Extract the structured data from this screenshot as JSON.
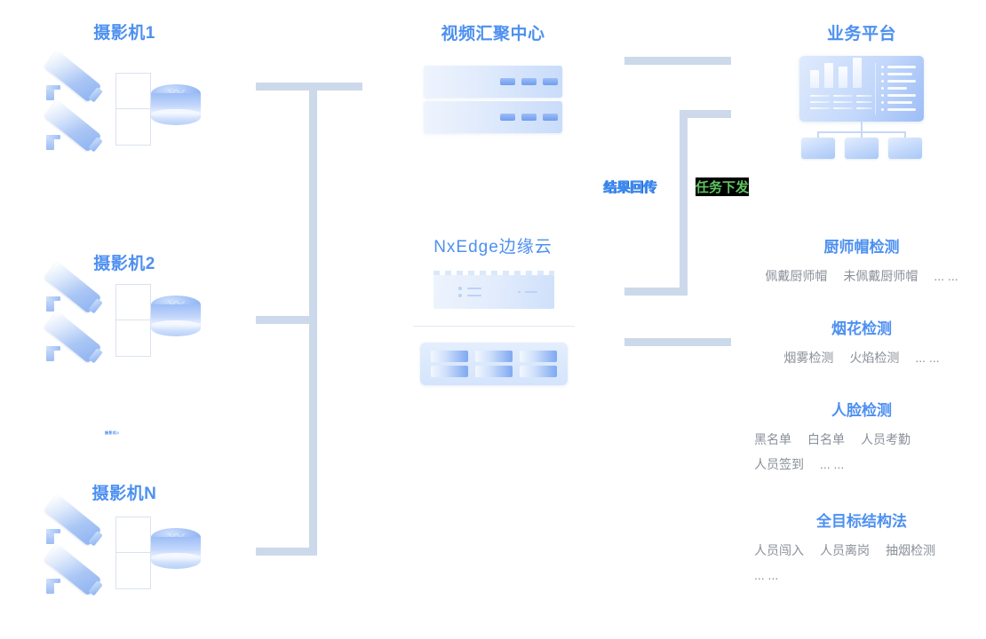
{
  "diagram": {
    "title_color": "#4d90f0",
    "line_color": "#ccd9ea",
    "groups": {
      "cameras": [
        {
          "label": "摄影机1"
        },
        {
          "label": "摄影机2"
        },
        {
          "label": "摄影机N"
        }
      ],
      "video_center": {
        "label": "视频汇聚中心"
      },
      "edge_cloud": {
        "label": "NxEdge边缘云"
      },
      "platform": {
        "label": "业务平台"
      }
    },
    "flows": [
      {
        "label": "结果回传",
        "color": "#3f8ef7",
        "direction": "result-upload"
      },
      {
        "label": "任务下发",
        "color": "#5ec45e",
        "direction": "task-dispatch"
      }
    ],
    "micro_artifact": "摄影机3",
    "detections": [
      {
        "title": "厨师帽检测",
        "rows": [
          [
            "佩戴厨师帽",
            "未佩戴厨师帽",
            "... ..."
          ]
        ]
      },
      {
        "title": "烟花检测",
        "rows": [
          [
            "烟雾检测",
            "火焰检测",
            "... ..."
          ]
        ]
      },
      {
        "title": "人脸检测",
        "rows": [
          [
            "黑名单",
            "白名单",
            "人员考勤"
          ],
          [
            "人员签到",
            "... ..."
          ]
        ]
      },
      {
        "title": "全目标结构法",
        "rows": [
          [
            "人员闯入",
            "人员离岗",
            "抽烟检测"
          ],
          [
            "... ..."
          ]
        ]
      }
    ],
    "router_glyph": "⤬⤬"
  }
}
